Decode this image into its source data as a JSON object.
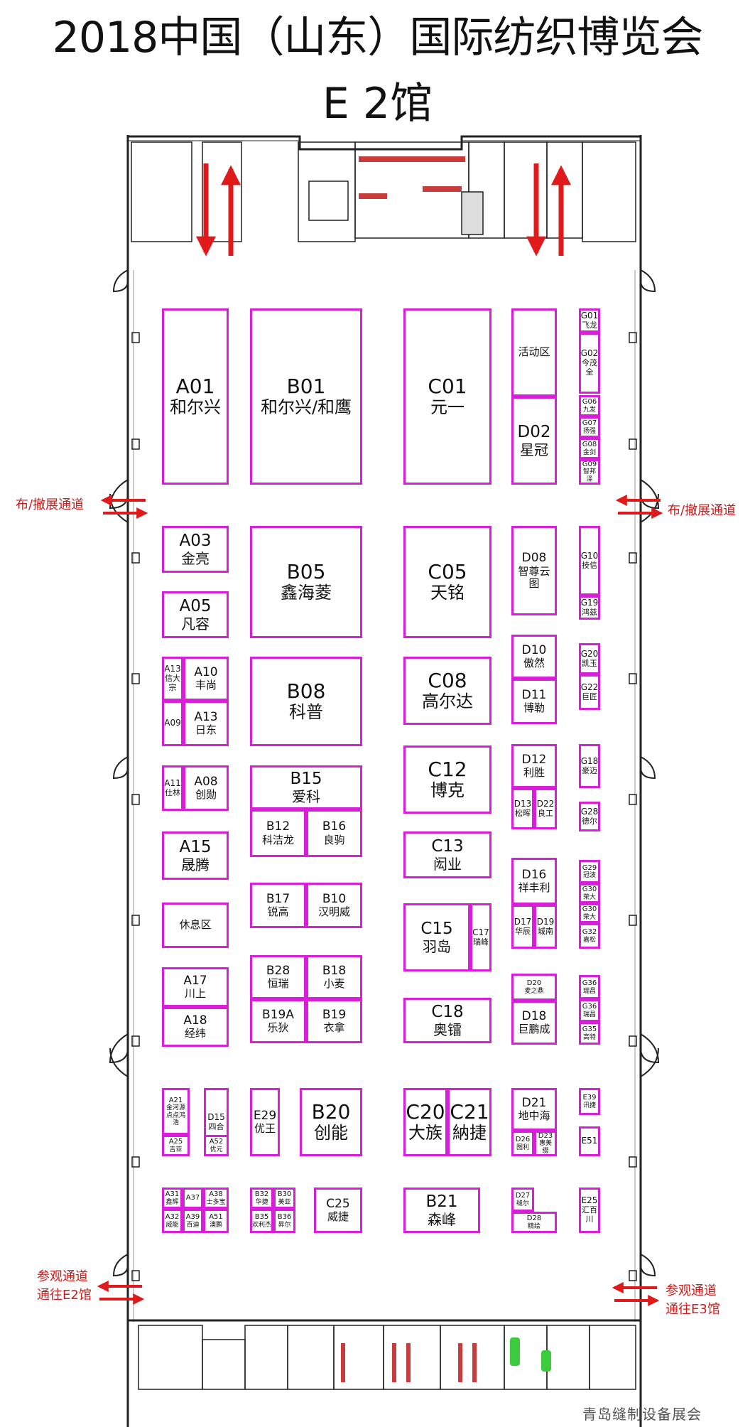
{
  "title": {
    "line1": "2018中国（山东）国际纺织博览会",
    "line2": "E 2馆"
  },
  "colors": {
    "booth_border": "#d81ed8",
    "arrow": "#e01a1a",
    "wall": "#222222",
    "label": "#d21a1a"
  },
  "passages": {
    "left_mid": "布/撤展通道",
    "right_mid": "布/撤展通道",
    "left_bottom_1": "参观通道",
    "left_bottom_2": "通往E2馆",
    "right_bottom_1": "参观通道",
    "right_bottom_2": "通往E3馆"
  },
  "watermark": "青岛缝制设备展会",
  "booths": [
    {
      "code": "A01",
      "name": "和尔兴"
    },
    {
      "code": "B01",
      "name": "和尔兴/和鹰"
    },
    {
      "code": "C01",
      "name": "元一"
    },
    {
      "code": "",
      "name": "活动区"
    },
    {
      "code": "D02",
      "name": "星冠"
    },
    {
      "code": "G01",
      "name": "飞龙"
    },
    {
      "code": "G02",
      "name": "今茂全"
    },
    {
      "code": "G06",
      "name": "九发"
    },
    {
      "code": "G07",
      "name": "扬强"
    },
    {
      "code": "G08",
      "name": "金剑"
    },
    {
      "code": "G09",
      "name": "智邦泽"
    },
    {
      "code": "A03",
      "name": "金亮"
    },
    {
      "code": "B05",
      "name": "鑫海菱"
    },
    {
      "code": "C05",
      "name": "天铭"
    },
    {
      "code": "D08",
      "name": "智尊云图"
    },
    {
      "code": "G10",
      "name": "技信"
    },
    {
      "code": "G19",
      "name": "鸿兹"
    },
    {
      "code": "A05",
      "name": "凡容"
    },
    {
      "code": "A13",
      "name": "信大宗"
    },
    {
      "code": "A10",
      "name": "丰尚"
    },
    {
      "code": "A09",
      "name": ""
    },
    {
      "code": "A13",
      "name": "日东"
    },
    {
      "code": "B08",
      "name": "科普"
    },
    {
      "code": "C08",
      "name": "高尔达"
    },
    {
      "code": "D10",
      "name": "傲然"
    },
    {
      "code": "D11",
      "name": "博勒"
    },
    {
      "code": "G20",
      "name": "凯玉"
    },
    {
      "code": "G22",
      "name": "巨匠"
    },
    {
      "code": "A11",
      "name": "仕林"
    },
    {
      "code": "A08",
      "name": "创勋"
    },
    {
      "code": "B15",
      "name": "爱科"
    },
    {
      "code": "C12",
      "name": "博克"
    },
    {
      "code": "D12",
      "name": "利胜"
    },
    {
      "code": "D13",
      "name": "松晖"
    },
    {
      "code": "D22",
      "name": "良工"
    },
    {
      "code": "G18",
      "name": "豪迈"
    },
    {
      "code": "G28",
      "name": "德尔"
    },
    {
      "code": "B12",
      "name": "科洁龙"
    },
    {
      "code": "B16",
      "name": "良驹"
    },
    {
      "code": "A15",
      "name": "晟腾"
    },
    {
      "code": "C13",
      "name": "闳业"
    },
    {
      "code": "D16",
      "name": "祥丰利"
    },
    {
      "code": "G29",
      "name": "冠波"
    },
    {
      "code": "G30",
      "name": "荣大"
    },
    {
      "code": "G30",
      "name": "荣大"
    },
    {
      "code": "G32",
      "name": "嘉松"
    },
    {
      "code": "",
      "name": "休息区"
    },
    {
      "code": "B17",
      "name": "锐高"
    },
    {
      "code": "B10",
      "name": "汉明威"
    },
    {
      "code": "C15",
      "name": "羽岛"
    },
    {
      "code": "C17",
      "name": "瑞峰"
    },
    {
      "code": "D17",
      "name": "华辰"
    },
    {
      "code": "D19",
      "name": "城南"
    },
    {
      "code": "A17",
      "name": "川上"
    },
    {
      "code": "B28",
      "name": "恒瑞"
    },
    {
      "code": "B18",
      "name": "小麦"
    },
    {
      "code": "D20",
      "name": "麦之鼎"
    },
    {
      "code": "G36",
      "name": "瑞昌"
    },
    {
      "code": "G36",
      "name": "瑞昌"
    },
    {
      "code": "A18",
      "name": "经纬"
    },
    {
      "code": "B19A",
      "name": "乐狄"
    },
    {
      "code": "B19",
      "name": "衣拿"
    },
    {
      "code": "C18",
      "name": "奥镭"
    },
    {
      "code": "D18",
      "name": "巨鹏成"
    },
    {
      "code": "G35",
      "name": "高特"
    },
    {
      "code": "A21",
      "name": "金河源点点鸿浩"
    },
    {
      "code": "D15",
      "name": "四合"
    },
    {
      "code": "E29",
      "name": "优王"
    },
    {
      "code": "B20",
      "name": "创能"
    },
    {
      "code": "C20",
      "name": "大族"
    },
    {
      "code": "C21",
      "name": "納捷"
    },
    {
      "code": "D21",
      "name": "地中海"
    },
    {
      "code": "E39",
      "name": "讯捷"
    },
    {
      "code": "A25",
      "name": "吉亚"
    },
    {
      "code": "A52",
      "name": "优元"
    },
    {
      "code": "D26",
      "name": "图利"
    },
    {
      "code": "D23",
      "name": "惠美缀"
    },
    {
      "code": "E51",
      "name": ""
    },
    {
      "code": "A31",
      "name": "鑫辉"
    },
    {
      "code": "A37",
      "name": ""
    },
    {
      "code": "A38",
      "name": "士多宝"
    },
    {
      "code": "B32",
      "name": "华捷"
    },
    {
      "code": "B30",
      "name": "美亚"
    },
    {
      "code": "C25",
      "name": "威捷"
    },
    {
      "code": "B21",
      "name": "森峰"
    },
    {
      "code": "D27",
      "name": "缝尔"
    },
    {
      "code": "E25",
      "name": "汇百川"
    },
    {
      "code": "A32",
      "name": "威能"
    },
    {
      "code": "A39",
      "name": "百迪"
    },
    {
      "code": "A51",
      "name": "澳鹏"
    },
    {
      "code": "B35",
      "name": "欢利杰"
    },
    {
      "code": "B36",
      "name": "昇尔"
    },
    {
      "code": "D28",
      "name": "精绘"
    }
  ]
}
